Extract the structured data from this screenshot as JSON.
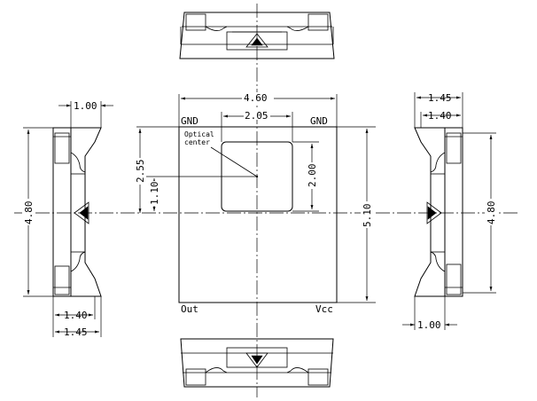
{
  "dimensions": {
    "package_width": "4.60",
    "window_width": "2.05",
    "package_height": "5.10",
    "window_height": "2.00",
    "optical_offset_top": "2.55",
    "optical_offset_bottom": "1.10",
    "side_height_left": "4.80",
    "side_height_right": "4.80",
    "left_top_width": "1.00",
    "left_bottom_inner": "1.40",
    "left_bottom_outer": "1.45",
    "right_top_outer": "1.45",
    "right_top_inner": "1.40",
    "right_bottom_width": "1.00"
  },
  "labels": {
    "pin_top_left": "GND",
    "pin_top_right": "GND",
    "pin_bottom_left": "Out",
    "pin_bottom_right": "Vcc",
    "optical_center_line1": "Optical",
    "optical_center_line2": "center"
  }
}
